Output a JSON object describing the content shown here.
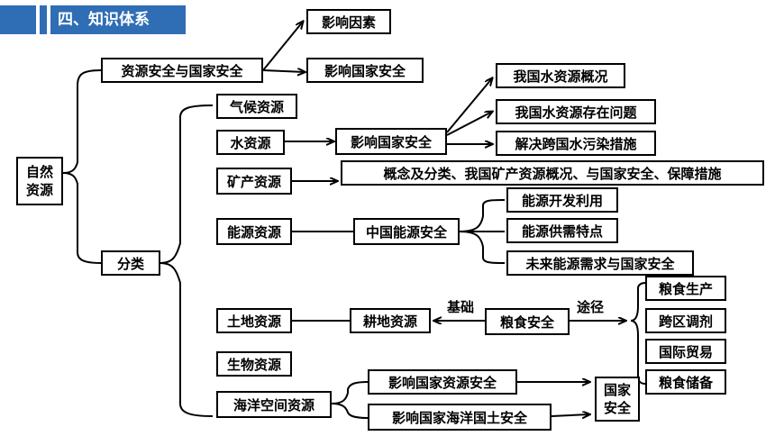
{
  "header": {
    "title": "四、知识体系"
  },
  "nodes": {
    "root": "自然\n资源",
    "resource_security": "资源安全与国家安全",
    "influence_factors": "影响因素",
    "influence_security_top": "影响国家安全",
    "classification": "分类",
    "climate": "气候资源",
    "water": "水资源",
    "water_influence": "影响国家安全",
    "water_overview": "我国水资源概况",
    "water_problems": "我国水资源存在问题",
    "water_pollution": "解决跨国水污染措施",
    "mineral": "矿产资源",
    "mineral_detail": "概念及分类、我国矿产资源概况、与国家安全、保障措施",
    "energy": "能源资源",
    "energy_security": "中国能源安全",
    "energy_dev": "能源开发利用",
    "energy_supply": "能源供需特点",
    "energy_future": "未来能源需求与国家安全",
    "land": "土地资源",
    "farmland": "耕地资源",
    "food_security": "粮食安全",
    "food_production": "粮食生产",
    "food_transfer": "跨区调剂",
    "food_trade": "国际贸易",
    "food_reserve": "粮食储备",
    "bio": "生物资源",
    "ocean": "海洋空间资源",
    "ocean_resource_security": "影响国家资源安全",
    "ocean_territory_security": "影响国家海洋国土安全",
    "national_security": "国家\n安全"
  },
  "labels": {
    "basis": "基础",
    "pathway": "途径"
  }
}
